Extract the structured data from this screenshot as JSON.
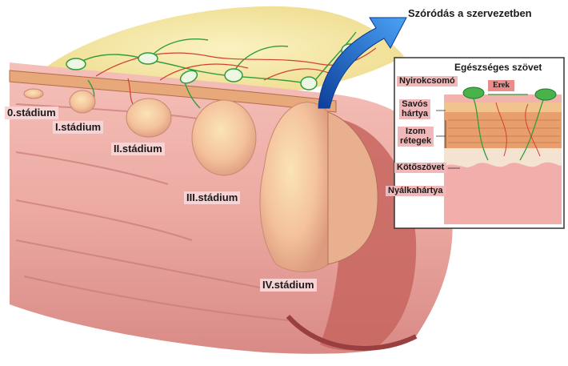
{
  "spread_label": "Szóródás a szervezetben",
  "stages": {
    "stage0": "0.stádium",
    "stage1": "I.stádium",
    "stage2": "II.stádium",
    "stage3": "III.stádium",
    "stage4": "IV.stádium"
  },
  "inset": {
    "title": "Egészséges szövet",
    "lymph_node": "Nyirokcsomó",
    "vessels": "Erek",
    "serosa_line1": "Savós",
    "serosa_line2": "hártya",
    "muscle_line1": "Izom",
    "muscle_line2": "rétegek",
    "connective": "Kötőszövet",
    "mucosa": "Nyálkahártya"
  },
  "colors": {
    "tissue_pink": "#f2b3ad",
    "tissue_dark": "#c9686a",
    "tumor": "#f4c29c",
    "fat": "#f6e8a0",
    "lymph_green": "#2f9e3a",
    "arrow_blue": "#1f6fd1"
  }
}
